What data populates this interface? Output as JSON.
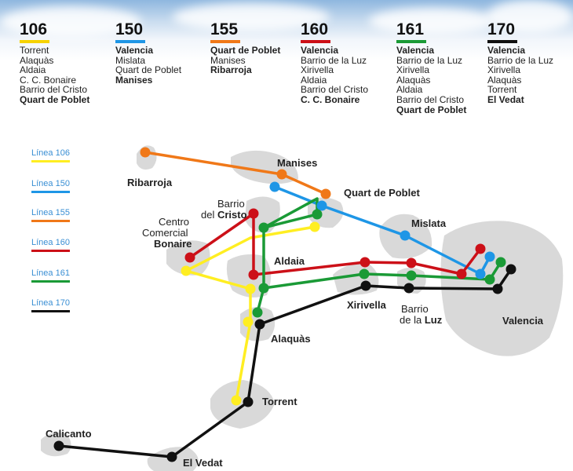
{
  "routes": [
    {
      "number": "106",
      "color": "#f6d200",
      "stops": [
        "Torrent",
        "Alaquàs",
        "Aldaia",
        "C. C. Bonaire",
        "Barrio del Cristo",
        "Quart de Poblet"
      ],
      "bold": [
        false,
        false,
        false,
        false,
        false,
        true
      ]
    },
    {
      "number": "150",
      "color": "#1e96e6",
      "stops": [
        "Valencia",
        "Mislata",
        "Quart de Poblet",
        "Manises"
      ],
      "bold": [
        true,
        false,
        false,
        true
      ]
    },
    {
      "number": "155",
      "color": "#f07818",
      "stops": [
        "Quart de Poblet",
        "Manises",
        "Ribarroja"
      ],
      "bold": [
        true,
        false,
        true
      ]
    },
    {
      "number": "160",
      "color": "#cc1018",
      "stops": [
        "Valencia",
        "Barrio de la Luz",
        "Xirivella",
        "Aldaia",
        "Barrio del Cristo",
        "C. C. Bonaire"
      ],
      "bold": [
        true,
        false,
        false,
        false,
        false,
        true
      ]
    },
    {
      "number": "161",
      "color": "#1a9a36",
      "stops": [
        "Valencia",
        "Barrio de la Luz",
        "Xirivella",
        "Alaquàs",
        "Aldaia",
        "Barrio del Cristo",
        "Quart de Poblet"
      ],
      "bold": [
        true,
        false,
        false,
        false,
        false,
        false,
        true
      ]
    },
    {
      "number": "170",
      "color": "#111111",
      "stops": [
        "Valencia",
        "Barrio de la Luz",
        "Xirivella",
        "Alaquàs",
        "Torrent",
        "El Vedat"
      ],
      "bold": [
        true,
        false,
        false,
        false,
        false,
        true
      ]
    }
  ],
  "legend": [
    {
      "label": "Línea 106",
      "color": "#ffee22"
    },
    {
      "label": "Línea 150",
      "color": "#1e96e6"
    },
    {
      "label": "Línea 155",
      "color": "#f07818"
    },
    {
      "label": "Línea 160",
      "color": "#cc1018"
    },
    {
      "label": "Línea 161",
      "color": "#1a9a36"
    },
    {
      "label": "Línea 170",
      "color": "#111111"
    }
  ],
  "map": {
    "places": {
      "ribarroja": "Ribarroja",
      "manises": "Manises",
      "quart": "Quart de Poblet",
      "mislata": "Mislata",
      "barrio_cristo_1": "Barrio",
      "barrio_cristo_2a": "del ",
      "barrio_cristo_2b": "Cristo",
      "centro_1": "Centro",
      "centro_2": "Comercial",
      "centro_3": "Bonaire",
      "aldaia": "Aldaia",
      "xirivella": "Xirivella",
      "barrio_luz_1": "Barrio",
      "barrio_luz_2a": "de la ",
      "barrio_luz_2b": "Luz",
      "valencia": "Valencia",
      "alaquas": "Alaquàs",
      "torrent": "Torrent",
      "calicanto": "Calicanto",
      "el_vedat": "El Vedat"
    },
    "colors": {
      "area": "#d9d9d9",
      "y": "#ffee22",
      "b": "#1e96e6",
      "o": "#f07818",
      "r": "#cc1018",
      "g": "#1a9a36",
      "k": "#111111"
    }
  }
}
